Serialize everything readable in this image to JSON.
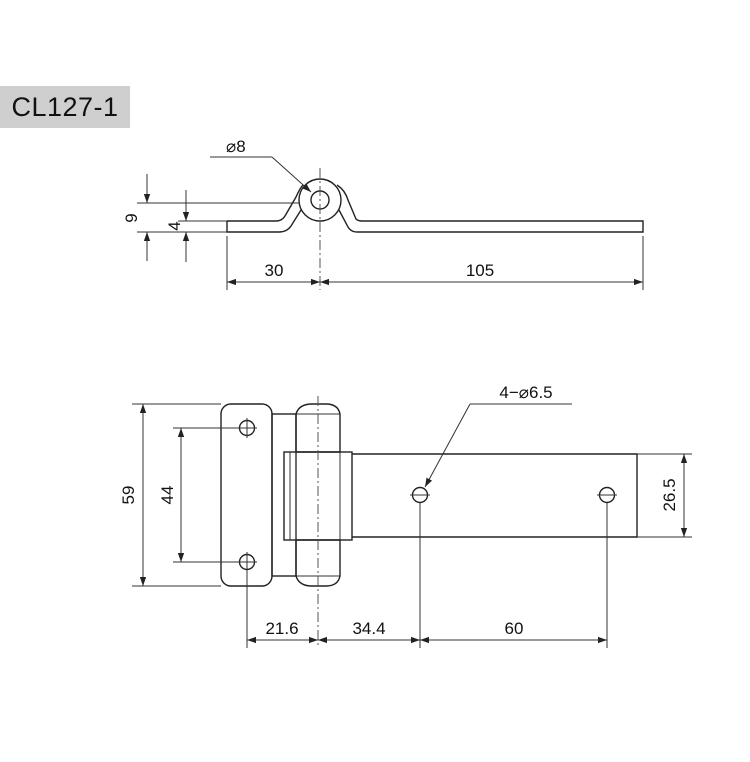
{
  "model_label": "CL127-1",
  "side_view": {
    "pin_diameter_label": "⌀8",
    "height_total_label": "9",
    "plate_thickness_label": "4",
    "short_leaf_length_label": "30",
    "long_leaf_length_label": "105"
  },
  "top_view": {
    "holes_label": "4−⌀6.5",
    "total_height_label": "59",
    "hole_spacing_label": "44",
    "long_leaf_width_label": "26.5",
    "offset_1_label": "21.6",
    "offset_2_label": "34.4",
    "offset_3_label": "60"
  },
  "colors": {
    "line": "#222222",
    "tag_background": "#cfcfcf",
    "background": "#ffffff"
  }
}
